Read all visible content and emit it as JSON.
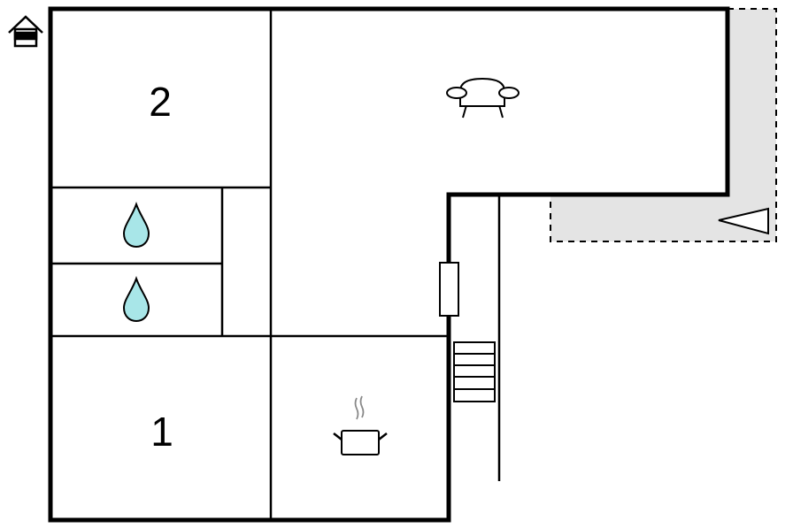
{
  "floorplan": {
    "rooms": [
      {
        "id": "bedroom-2",
        "label": "2"
      },
      {
        "id": "bedroom-1",
        "label": "1"
      }
    ],
    "icons": {
      "house": "house-icon",
      "sofa": "sofa-icon",
      "water": "water-drop-icon",
      "kitchen": "cooking-pot-icon",
      "stairs": "stairs-icon",
      "direction": "triangle-arrow-icon"
    },
    "colors": {
      "wall": "#000000",
      "water": "#a8e6e8",
      "terrace": "#e4e4e4",
      "terrace_border": "#000000",
      "steam": "#888888"
    }
  }
}
